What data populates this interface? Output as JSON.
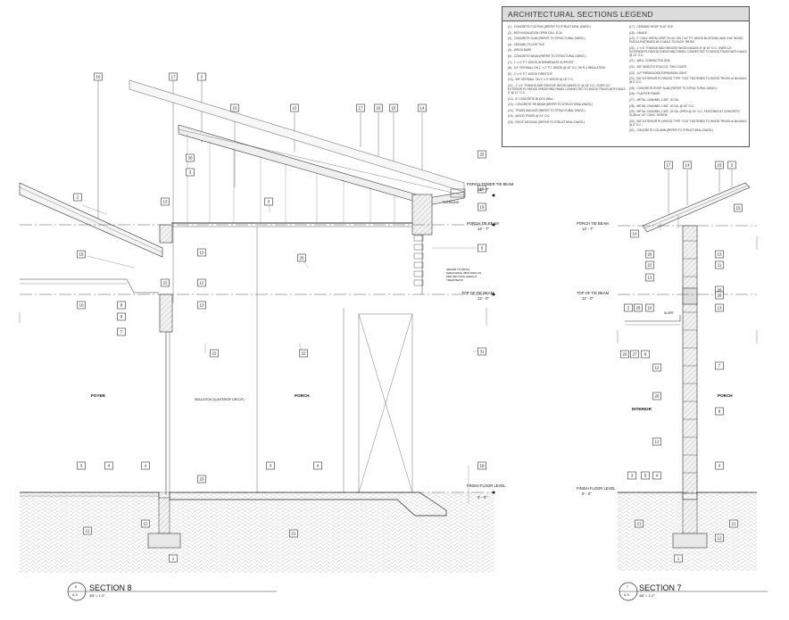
{
  "legend": {
    "title": "ARCHITECTURAL SECTIONS LEGEND",
    "col1": [
      "(1) - CONCRETE FOOTING (REFER TO STRUCTURAL DWGS.)",
      "(2) - RICH INSULATION OPEN CELL R-30",
      "(3) - CONCRETE SLAB (REFER TO STRUCTURAL DWGS.)",
      "(4) - CERAMIC FLOOR TILE",
      "(5) - WOOD BASE",
      "(6) - CONCRETE BEAM (REFER TO STRUCTURAL DWGS.)",
      "(7) - 1\" x 4\" P.T. WOOD INTERMEDIATE SUPPORT",
      "(8) - 1/2\" DRYWALL ON 1\" x 2\" P.T. WOOD @ 16\" O.C. W/ R-4 INSULATION",
      "(9) - 1\" x 4\" P.T. WOOD FIRESTOP",
      "(10) - 5/8\" DRYWALL ON 1\" x 4\" WOOD @ 16\" O.C.",
      "(11) - 1\" x 6\" TONGUE AND GROOVE WOOD NAILED 6\" @ 16\" O.C. OVER 1/2\" EXTERIOR PLYWOOD SHEATHING PANEL CONNECTED TO WOOD TRUSS WITH NAILS 6\" @ 12\" O.C.",
      "(12) - 8\" CONCRETE BLOCK WALL",
      "(13) - CONCRETE TIE BEAM (REFER TO STRUCTURAL DWGS.)",
      "(14) - TRUSS ANCHOR (REFER TO STRUCTURAL DWGS.)",
      "(15) - WOOD TRUSS @ 24\" O.C.",
      "(16) - ROOF DECKING (REFER TO STRUCTURAL DWGS.)"
    ],
    "col2": [
      "(17) - CERAMIC ROOF FLAT TILE",
      "(18) - GRADE",
      "(19) - 2\" GALV. METAL DRIP, 26 GA. ON 1\"x4\" P.T. WOOD BLOCKING AND 4\"x6\" WOOD FASCIA FASTENED W/ 3 NAILS TO EACH TRUSS",
      "(20) - 1\" x 6\" TONGUE AND GROOVE WOOD NAILED 6\" @ 16\" O.C. OVER 1/2\" EXTERIOR PLYWOOD SHEATHING PANEL CONNECTED TO WOOD TRUSS WITH NAILS @ 12\" O.C.",
      "(21) - WELL COMPACTED SOIL",
      "(22) - 5/8\" SMOOTH STUCCO, TWO COATS",
      "(23) - 1/2\" PREMOLDED EXPANSION JOINT",
      "(24) - 5/8\" EXTERIOR PLYWOOD TYPE \"CDX\" FASTENED TO WOOD TRUSS w/ 8d NAILS @ 6\" O.C.",
      "(25) - CONCRETE ROOF SLAB (REFER TO STRUCTURAL DWGS.)",
      "(26) - PLASTER FINISH",
      "(27) - METAL CHANNEL 1-5/8\", 20 GA.",
      "(28) - METAL CHANNEL 1-5/8\", 20 GA. @ 16\" O.C.",
      "(29) - METAL CHANNEL 1-5/8\", 20 GA. OPEN @ 24\" O.C. FASTENED AT CONCRETE SLAB w/ 1/4\" CONC. SCREW",
      "(30) - 5/8\" EXTERIOR PLYWOOD TYPE \"CDX\" FASTENED TO WOOD TRUSS w/ 8d NAILS @ 6\" O.C.",
      "(31) - CONCRETE COLUMN (REFER TO STRUCTURAL DWGS.)"
    ]
  },
  "levels": {
    "porch_tower_tie_beam": "PORCH TOWER TIE BEAM",
    "porch_tower_tie_beam_elev": "15' - 7\"",
    "porch_tie_beam": "PORCH TIE BEAM",
    "porch_tie_beam_elev": "14' - 7\"",
    "top_of_tie_beam": "TOP OF TIE BEAM",
    "top_of_tie_beam_elev": "12' - 0\"",
    "finish_floor": "FINISH FLOOR LEVEL",
    "finish_floor_elev": "0' - 0\""
  },
  "rooms": {
    "foyer": "FOYER",
    "porch_left": "PORCH",
    "interior": "INTERIOR",
    "porch_right": "PORCH"
  },
  "notes": {
    "insulation": "INSULATION (3) (INTERIOR CIRCUIT)",
    "soffit_note": "(REFER TO METAL SHEATHING) (BUILDING AS PER SECTION) (HEIGHT TREATMENT)",
    "overhang": "OVERHANG",
    "slope": "SLOPE"
  },
  "titles": {
    "section8": "SECTION 8",
    "section8_scale": "3/8\" = 1'-0\"",
    "section8_no": "8",
    "section8_sheet": "A-9",
    "section7": "SECTION 7",
    "section7_scale": "3/8\" = 1'-0\"",
    "section7_no": "7",
    "section7_sheet": "A-9"
  },
  "tags_left": [
    "16",
    "17",
    "2",
    "15",
    "10",
    "17",
    "16",
    "15",
    "14",
    "25",
    "18",
    "19",
    "30",
    "3",
    "13",
    "2",
    "3",
    "13",
    "12",
    "26",
    "6",
    "15",
    "22",
    "9",
    "8",
    "13",
    "7",
    "10",
    "22",
    "22",
    "31",
    "3",
    "4",
    "4",
    "3",
    "4",
    "18",
    "23",
    "12",
    "21",
    "21",
    "1"
  ],
  "tags_right": [
    "17",
    "14",
    "16",
    "2",
    "15",
    "14",
    "26",
    "13",
    "22",
    "11",
    "13",
    "26",
    "13",
    "28",
    "2",
    "29",
    "10",
    "20",
    "27",
    "8",
    "12",
    "7",
    "26",
    "8",
    "12",
    "4",
    "3",
    "5",
    "4",
    "12",
    "21",
    "21",
    "1"
  ]
}
